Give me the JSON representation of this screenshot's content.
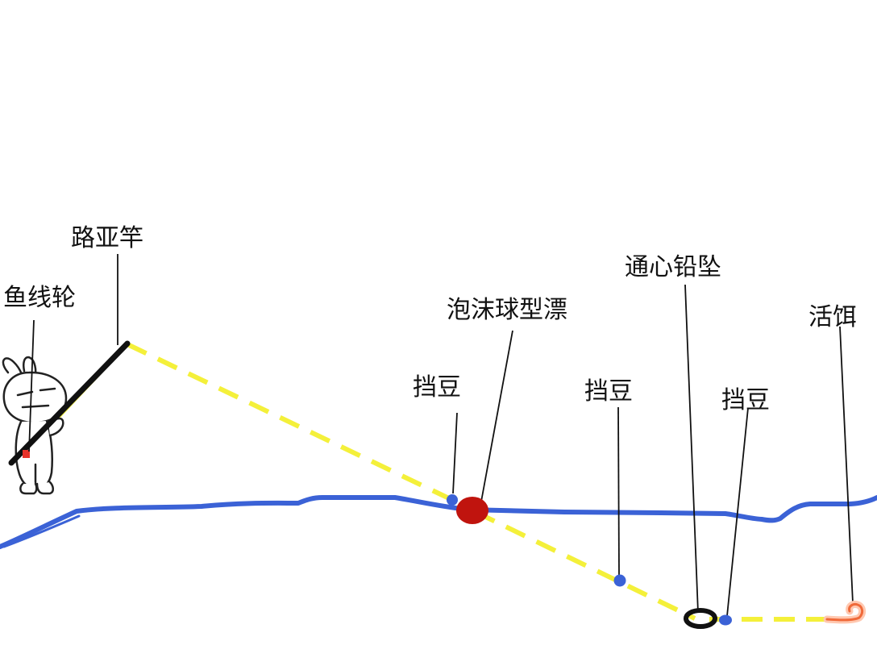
{
  "labels": {
    "reel": "鱼线轮",
    "rod": "路亚竿",
    "float": "泡沫球型漂",
    "stopper_1": "挡豆",
    "stopper_2": "挡豆",
    "stopper_3": "挡豆",
    "sinker": "通心铅坠",
    "bait": "活饵"
  },
  "colors": {
    "water_line": "#3b62d6",
    "fishing_line": "#f4f03a",
    "rod": "#111111",
    "float": "#c0140e",
    "stopper": "#3b62d6",
    "sinker": "#111111",
    "reel": "#e8322a",
    "bait": "#f06a3a"
  },
  "icons": [
    "rabbit-figure-icon",
    "fishing-rod-icon",
    "float-icon",
    "stopper-bead-icon",
    "sinker-icon",
    "live-bait-icon"
  ]
}
